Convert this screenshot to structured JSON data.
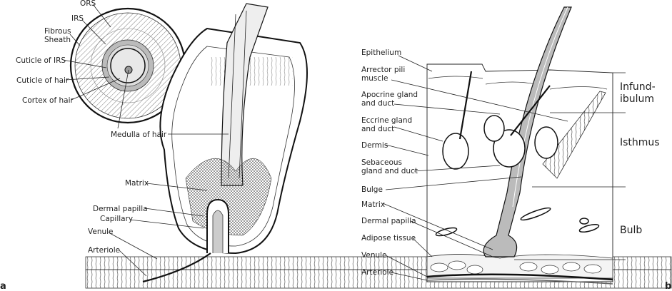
{
  "panel_a": {
    "letter": "a",
    "labels": {
      "ors": "ORS",
      "irs": "IRS",
      "fibrous_1": "Fibrous",
      "fibrous_2": "Sheath",
      "cuticle_irs": "Cuticle of IRS",
      "cuticle_hair": "Cuticle of hair",
      "cortex_hair": "Cortex of hair",
      "medulla_hair": "Medulla of hair",
      "matrix": "Matrix",
      "dermal_papilla": "Dermal papilla",
      "capillary": "Capillary",
      "venule": "Venule",
      "arteriole": "Arteriole"
    }
  },
  "panel_b": {
    "letter": "b",
    "labels": {
      "epithelium": "Epithelium",
      "arrector_1": "Arrector pili",
      "arrector_2": "muscle",
      "apocrine_1": "Apocrine gland",
      "apocrine_2": "and duct",
      "eccrine_1": "Eccrine gland",
      "eccrine_2": "and duct",
      "dermis": "Dermis",
      "sebaceous_1": "Sebaceous",
      "sebaceous_2": "gland and duct",
      "bulge": "Bulge",
      "matrix": "Matrix",
      "dermal_papilla": "Dermal papilla",
      "adipose": "Adipose tissue",
      "venule": "Venule",
      "arteriole": "Arteriole"
    },
    "regions": {
      "infund_1": "Infund-",
      "infund_2": "ibulum",
      "isthmus": "Isthmus",
      "bulb": "Bulb"
    }
  }
}
